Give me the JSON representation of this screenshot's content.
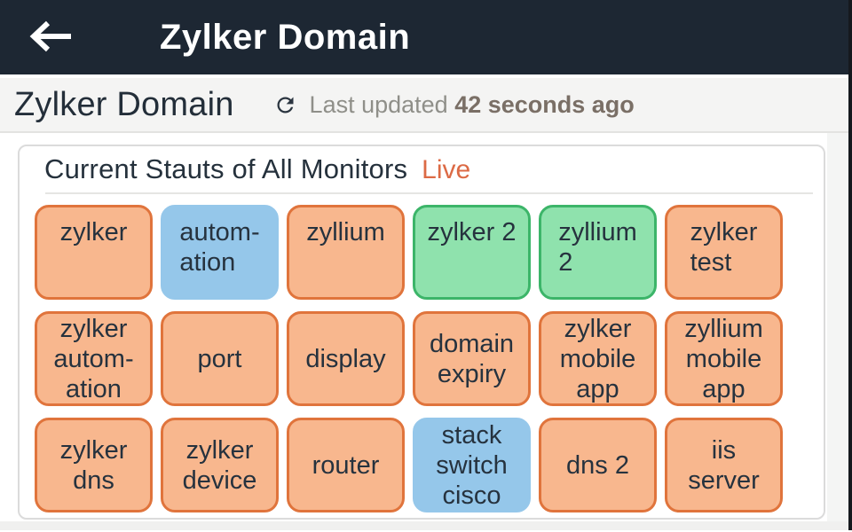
{
  "appbar": {
    "title": "Zylker Domain"
  },
  "subheader": {
    "title": "Zylker Domain",
    "last_updated_label": "Last updated",
    "last_updated_value": "42 seconds ago"
  },
  "panel": {
    "title": "Current Stauts of All Monitors",
    "live_label": "Live"
  },
  "colors": {
    "live_accent": "#dc6a45",
    "appbar_bg": "#1d2733",
    "status": {
      "orange": {
        "fill": "#f8b78e",
        "border": "#e0743c"
      },
      "blue": {
        "fill": "#95c7ea",
        "border": "#95c7ea"
      },
      "green": {
        "fill": "#8fe2ad",
        "border": "#3cb569"
      }
    }
  },
  "monitors": [
    {
      "label": "zylker",
      "status": "orange"
    },
    {
      "label": "autom-\nation",
      "status": "blue"
    },
    {
      "label": "zyllium",
      "status": "orange"
    },
    {
      "label": "zylker 2",
      "status": "green"
    },
    {
      "label": "zyllium\n2",
      "status": "green"
    },
    {
      "label": "zylker\ntest",
      "status": "orange"
    },
    {
      "label": "zylker\nautom-\nation",
      "status": "orange"
    },
    {
      "label": "port",
      "status": "orange"
    },
    {
      "label": "display",
      "status": "orange"
    },
    {
      "label": "domain\nexpiry",
      "status": "orange"
    },
    {
      "label": "zylker\nmobile\napp",
      "status": "orange"
    },
    {
      "label": "zyllium\nmobile\napp",
      "status": "orange"
    },
    {
      "label": "zylker\ndns",
      "status": "orange"
    },
    {
      "label": "zylker\ndevice",
      "status": "orange"
    },
    {
      "label": "router",
      "status": "orange"
    },
    {
      "label": "stack\nswitch\ncisco",
      "status": "blue"
    },
    {
      "label": "dns 2",
      "status": "orange"
    },
    {
      "label": "iis\nserver",
      "status": "orange"
    }
  ]
}
